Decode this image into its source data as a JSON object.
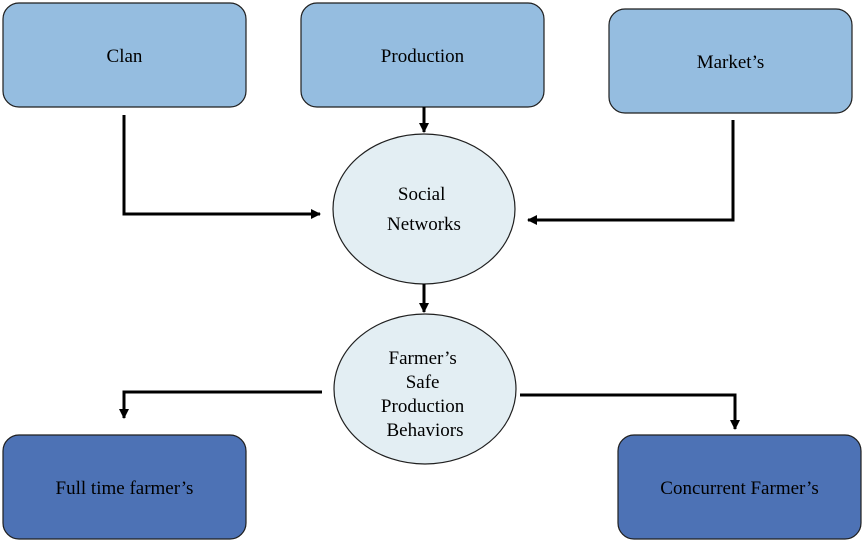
{
  "nodes": {
    "clan": {
      "label": "Clan"
    },
    "production": {
      "label": "Production"
    },
    "markets": {
      "label": "Market’s"
    },
    "social_networks": {
      "lines": [
        "Social",
        "Networks"
      ]
    },
    "safe_behaviors": {
      "lines": [
        "Farmer’s",
        "Safe",
        "Production",
        "Behaviors"
      ]
    },
    "full_time": {
      "label": "Full time farmer’s"
    },
    "concurrent": {
      "label": "Concurrent Farmer’s"
    }
  },
  "colors": {
    "top_box_fill": "#95bde0",
    "bottom_box_fill": "#4d72b5",
    "circle_fill": "#e3eef3",
    "connector": "#000000"
  }
}
